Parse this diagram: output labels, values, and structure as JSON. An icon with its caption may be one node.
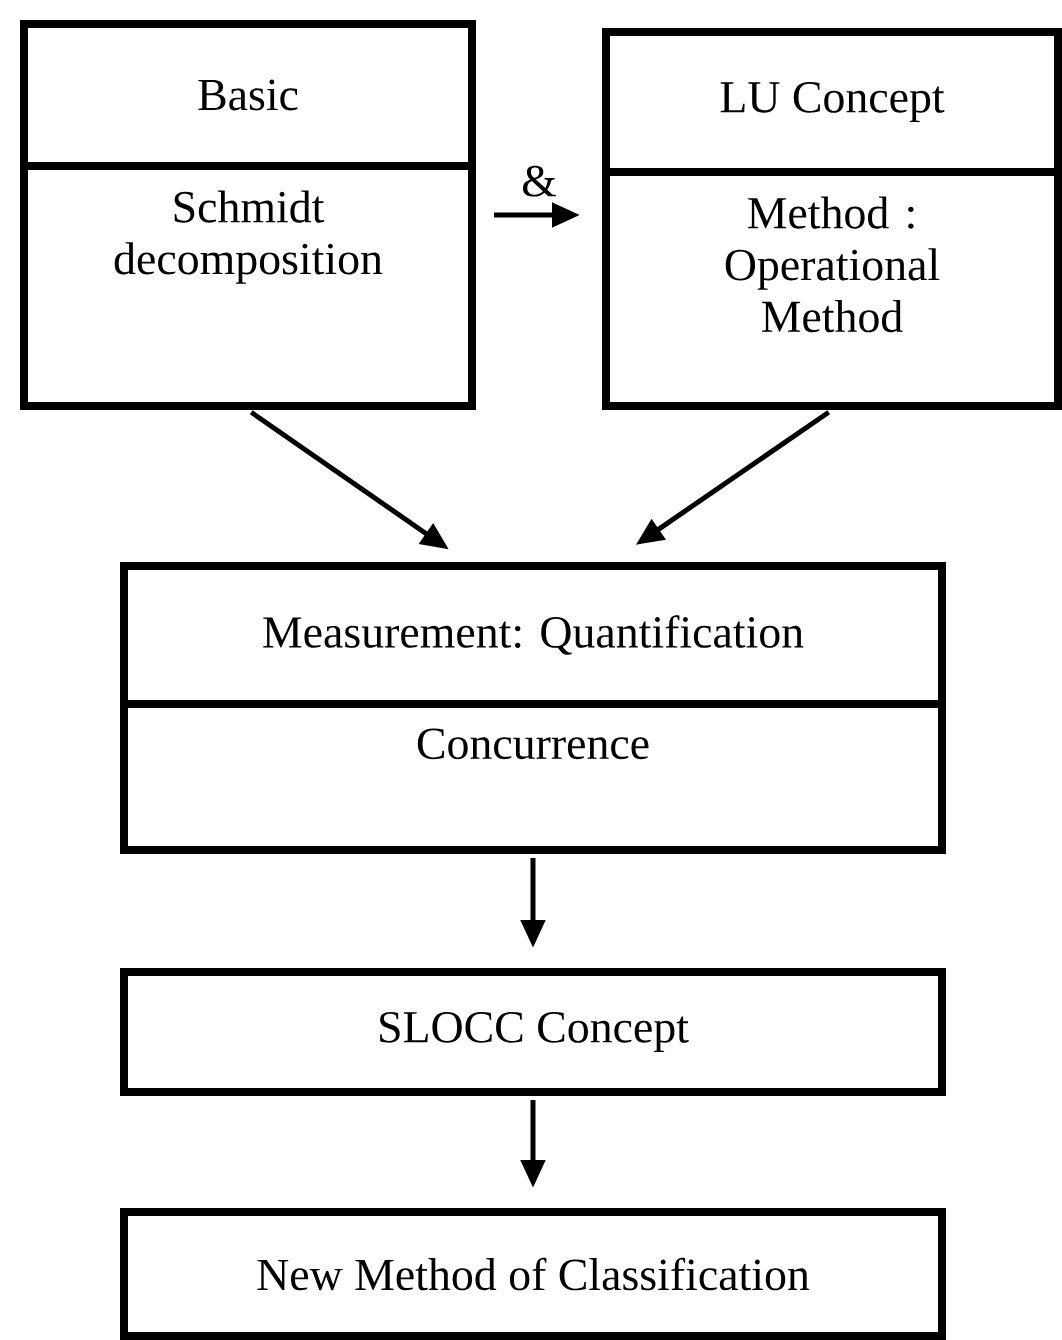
{
  "diagram": {
    "nodes": [
      {
        "text": [
          "Basic",
          "Schmidt decomposition"
        ]
      },
      {
        "text": [
          "LU Concept",
          "Method : Operational Method"
        ]
      },
      {
        "text": [
          "Measurement: Quantification",
          "Concurrence"
        ]
      },
      {
        "text": [
          "SLOCC Concept"
        ]
      },
      {
        "text": [
          "New Method of Classification"
        ]
      }
    ],
    "edges": [
      {
        "from": 0,
        "to": 1,
        "arrow": "to",
        "label": "&"
      },
      {
        "from": 0,
        "to": 2,
        "arrow": "to"
      },
      {
        "from": 1,
        "to": 2,
        "arrow": "to"
      },
      {
        "from": 2,
        "to": 3,
        "arrow": "to"
      },
      {
        "from": 3,
        "to": 4,
        "arrow": "to"
      }
    ]
  }
}
